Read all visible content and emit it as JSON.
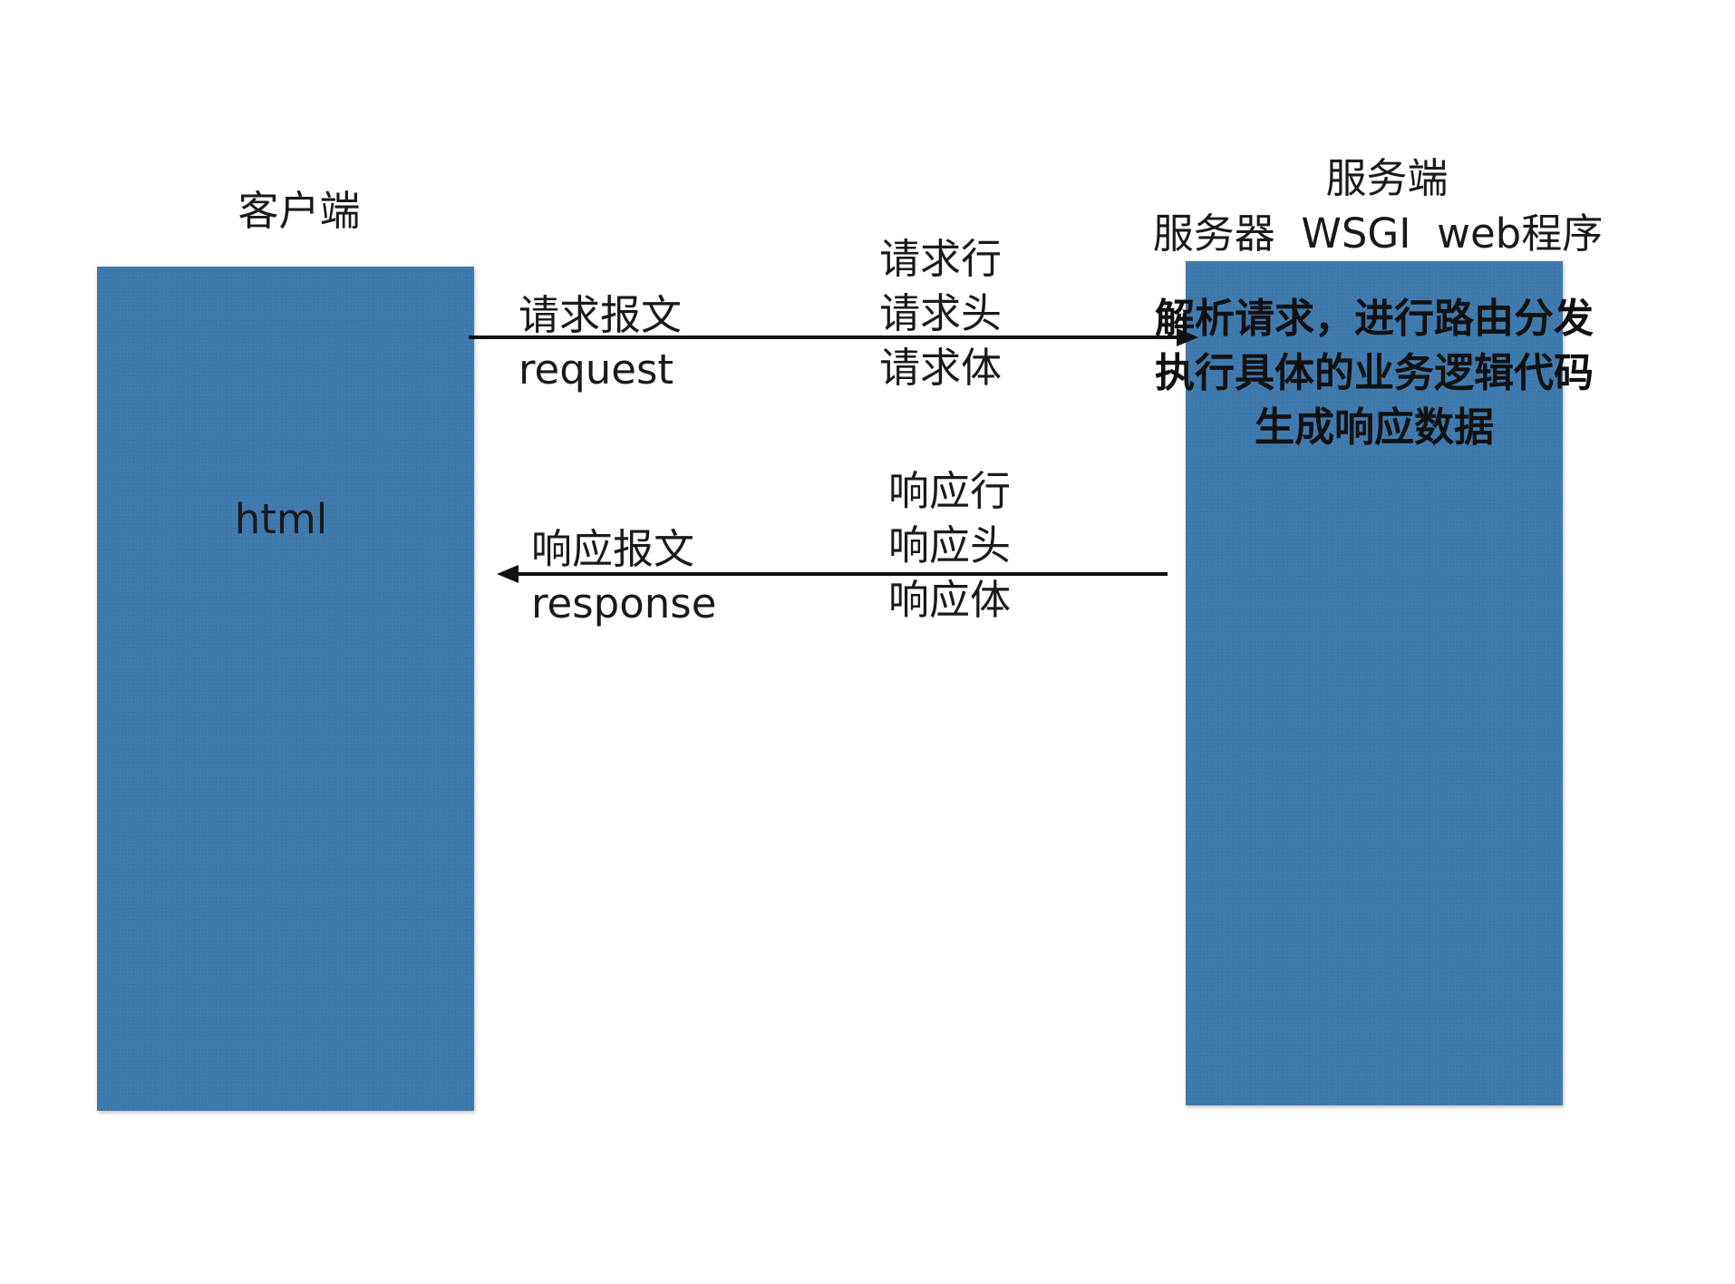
{
  "client": {
    "title": "客户端",
    "content": "html"
  },
  "server": {
    "title": "服务端",
    "components": "服务器  WSGI  web程序",
    "work_lines": [
      "解析请求，进行路由分发",
      "执行具体的业务逻辑代码",
      "生成响应数据"
    ]
  },
  "request": {
    "label_cn": "请求报文",
    "label_en": "request",
    "parts": [
      "请求行",
      "请求头",
      "请求体"
    ]
  },
  "response": {
    "label_cn": "响应报文",
    "label_en": "response",
    "parts": [
      "响应行",
      "响应头",
      "响应体"
    ]
  },
  "colors": {
    "box": "#3e79ad",
    "arrow": "#111111"
  }
}
